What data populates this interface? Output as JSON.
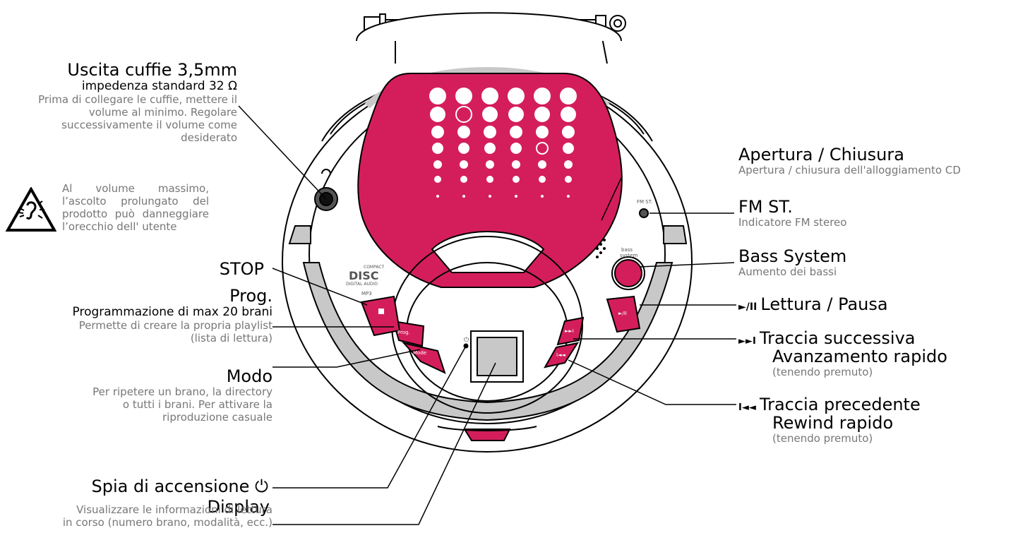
{
  "colors": {
    "accent": "#d41e5c",
    "line": "#000000",
    "desc": "#777777",
    "grey": "#c8c8c8"
  },
  "left": {
    "headphone": {
      "title": "Uscita cuffie 3,5mm",
      "subtitle": "impedenza standard 32 Ω",
      "desc": [
        "Prima di collegare le cuffie, mettere il",
        "volume al minimo. Regolare",
        "successivamente il volume come",
        "desiderato"
      ]
    },
    "warning": {
      "icon": "hearing-warning-icon",
      "text": "Al volume massimo, l’ascolto prolungato del prodotto può danneggiare l’orecchio dell' utente"
    },
    "stop": {
      "title": "STOP"
    },
    "prog": {
      "title": "Prog.",
      "subtitle": "Programmazione di max 20 brani",
      "desc": [
        "Permette di creare la propria playlist",
        "(lista di lettura)"
      ]
    },
    "modo": {
      "title": "Modo",
      "desc": [
        "Per ripetere un brano, la directory",
        "o tutti i brani. Per attivare la",
        "riproduzione casuale"
      ]
    },
    "power": {
      "title": "Spia di accensione ⏻"
    },
    "display": {
      "title": "Display",
      "desc": [
        "Visualizzare le informazioni di lettura",
        "in corso (numero brano, modalità, ecc.)"
      ]
    }
  },
  "right": {
    "open": {
      "title": "Apertura / Chiusura",
      "desc": "Apertura / chiusura dell'alloggiamento CD"
    },
    "fmst": {
      "title": "FM ST.",
      "desc": "Indicatore FM stereo"
    },
    "bass": {
      "title": "Bass System",
      "desc": "Aumento dei bassi"
    },
    "play": {
      "icon": "►/II",
      "title": "Lettura / Pausa"
    },
    "next": {
      "icon": "►►I",
      "title": "Traccia successiva",
      "subtitle": "Avanzamento rapido",
      "desc": "(tenendo premuto)"
    },
    "prev": {
      "icon": "I◄◄",
      "title": "Traccia precedente",
      "subtitle": "Rewind rapido",
      "desc": "(tenendo premuto)"
    }
  },
  "device": {
    "fm_label": "FM ST.",
    "bass_label": [
      "bass",
      "system"
    ],
    "prog_btn": "Prog.",
    "mode_btn": "Mode",
    "play_btn": "►/II",
    "next_btn": "►►I",
    "prev_btn": "I◄◄",
    "cd_logo": [
      "COMPACT",
      "DISC",
      "DIGITAL AUDIO"
    ],
    "mp3": "MP3"
  }
}
